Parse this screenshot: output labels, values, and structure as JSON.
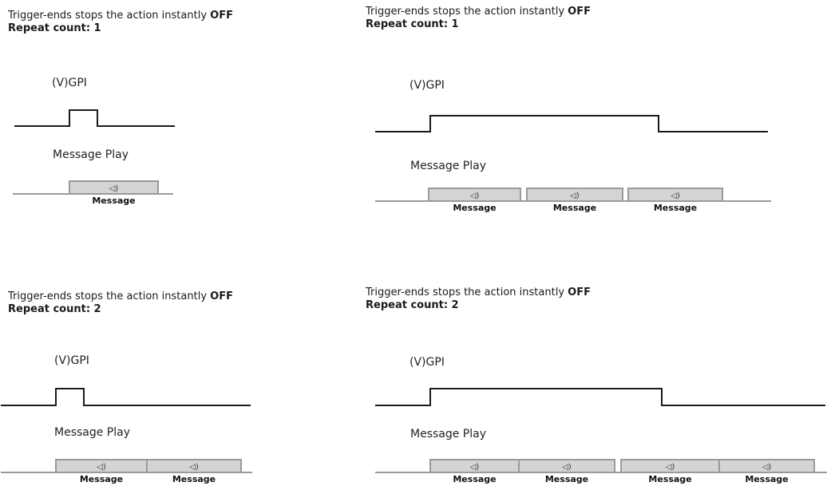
{
  "panels": [
    {
      "header_text": "Trigger-ends stops the action instantly ",
      "header_bold": "OFF",
      "repeat_label": "Repeat count: 1",
      "gpi_label": "(V)GPI",
      "play_label": "Message Play",
      "message_label": "Message",
      "message_count": 1,
      "speaker_icon": "speaker-icon"
    },
    {
      "header_text": "Trigger-ends stops the action instantly ",
      "header_bold": "OFF",
      "repeat_label": "Repeat count: 1",
      "gpi_label": "(V)GPI",
      "play_label": "Message Play",
      "message_label": "Message",
      "message_count": 3,
      "speaker_icon": "speaker-icon"
    },
    {
      "header_text": "Trigger-ends stops the action instantly ",
      "header_bold": "OFF",
      "repeat_label": "Repeat count: 2",
      "gpi_label": "(V)GPI",
      "play_label": "Message Play",
      "message_label": "Message",
      "message_count": 2,
      "speaker_icon": "speaker-icon"
    },
    {
      "header_text": "Trigger-ends stops the action instantly ",
      "header_bold": "OFF",
      "repeat_label": "Repeat count: 2",
      "gpi_label": "(V)GPI",
      "play_label": "Message Play",
      "message_label": "Message",
      "message_count": 4,
      "speaker_icon": "speaker-icon"
    }
  ],
  "colors": {
    "gpi_line": "#1a1a1a",
    "play_line": "#9a9a9a",
    "message_fill": "#d4d4d4"
  }
}
